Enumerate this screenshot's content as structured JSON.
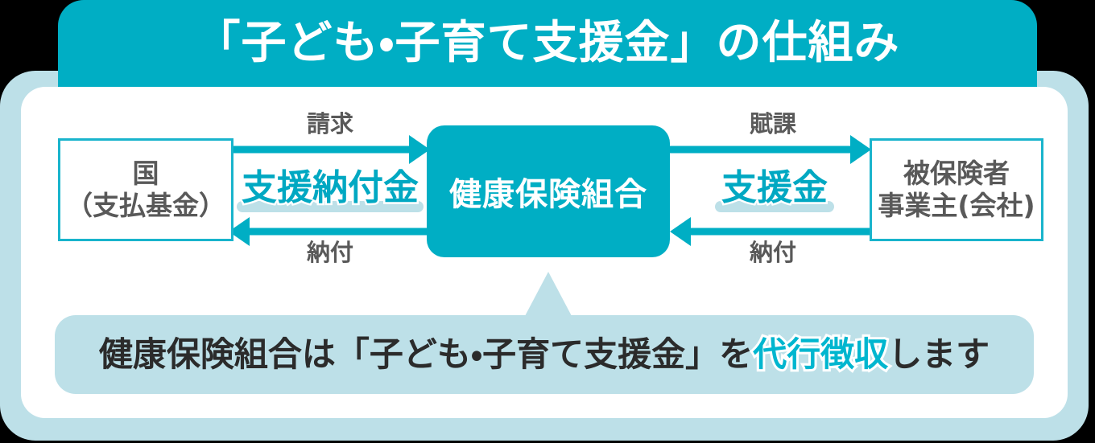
{
  "header": {
    "title": "「子ども・子育て支援金」の仕組み"
  },
  "colors": {
    "teal": "#00aec4",
    "teal_text": "#00a8c2",
    "teal_accent": "#00b6cf",
    "light_blue": "#bde0e8",
    "box_border": "#19b4cc",
    "gray_text": "#595959",
    "banner_text": "#2b2b2b",
    "white": "#ffffff",
    "background": "#000000"
  },
  "diagram": {
    "nodes": {
      "left": {
        "line1": "国",
        "line2": "（支払基金）"
      },
      "center": {
        "label": "健康保険組合"
      },
      "right": {
        "line1": "被保険者",
        "line2": "事業主(会社)"
      }
    },
    "flows": {
      "left_top": {
        "label": "請求",
        "direction": "right"
      },
      "left_bottom": {
        "label": "納付",
        "direction": "left"
      },
      "right_top": {
        "label": "賦課",
        "direction": "right"
      },
      "right_bottom": {
        "label": "納付",
        "direction": "left"
      }
    },
    "emphasis": {
      "left": "支援納付金",
      "right": "支援金"
    }
  },
  "banner": {
    "text_before": "健康保険組合は「子ども・子育て支援金」を",
    "accent": "代行徴収",
    "text_after": "します"
  }
}
